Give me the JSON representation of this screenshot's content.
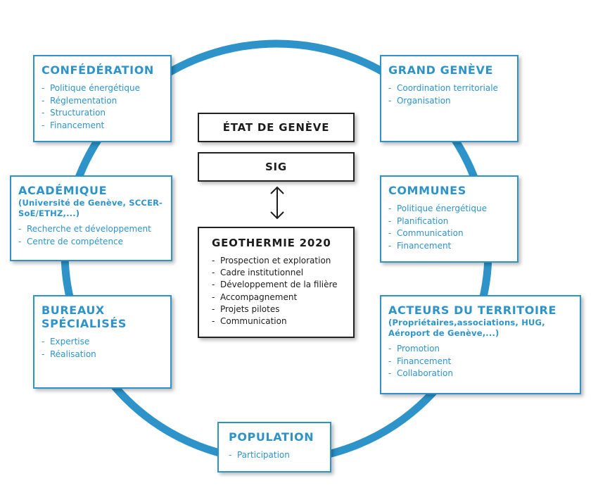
{
  "colors": {
    "ring": "#2d93c8",
    "box_border": "#2d93c8",
    "box_text": "#2d93c8",
    "center_border": "#222222",
    "center_text": "#1c1c1c"
  },
  "center": {
    "etat": "ÉTAT DE GENÈVE",
    "sig": "SIG",
    "geothermie": {
      "title": "GEOTHERMIE 2020",
      "items": [
        "Prospection et exploration",
        "Cadre institutionnel",
        "Développement de la filière",
        "Accompagnement",
        "Projets pilotes",
        "Communication"
      ]
    }
  },
  "boxes": {
    "confederation": {
      "title": "CONFÉDÉRATION",
      "items": [
        "Politique énergétique",
        "Réglementation",
        "Structuration",
        "Financement"
      ]
    },
    "grand_geneve": {
      "title": "GRAND GENÈVE",
      "items": [
        "Coordination territoriale",
        "Organisation"
      ]
    },
    "academique": {
      "title": "ACADÉMIQUE",
      "subtitle": "(Université de Genève, SCCER-SoE/ETHZ,...)",
      "items": [
        "Recherche et développement",
        "Centre de compétence"
      ]
    },
    "communes": {
      "title": "COMMUNES",
      "items": [
        "Politique énergétique",
        "Planification",
        "Communication",
        "Financement"
      ]
    },
    "bureaux": {
      "title": "BUREAUX SPÉCIALISÉS",
      "items": [
        "Expertise",
        "Réalisation"
      ]
    },
    "acteurs": {
      "title": "ACTEURS DU TERRITOIRE",
      "subtitle": "(Propriétaires,associations, HUG, Aéroport de Genève,...)",
      "items": [
        "Promotion",
        "Financement",
        "Collaboration"
      ]
    },
    "population": {
      "title": "POPULATION",
      "items": [
        "Participation"
      ]
    }
  }
}
